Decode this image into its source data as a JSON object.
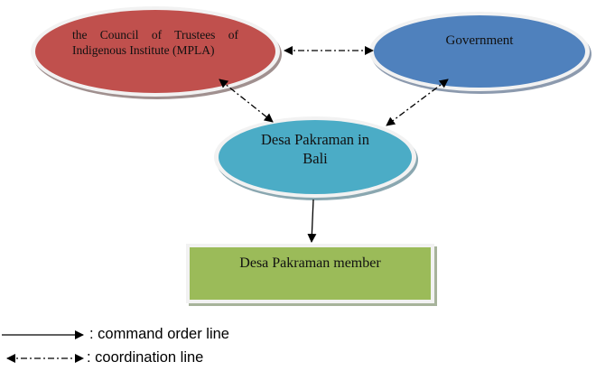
{
  "diagram": {
    "nodes": [
      {
        "id": "mpla",
        "label_line1": "the Council of Trustees of",
        "label_line2": "Indigenous Institute (MPLA)",
        "shape": "ellipse",
        "fill": "#C0504D",
        "shadow": "#A0908F"
      },
      {
        "id": "government",
        "label": "Government",
        "shape": "ellipse",
        "fill": "#4F81BD",
        "shadow": "#8C9AAE"
      },
      {
        "id": "desa-pakraman",
        "label_line1": "Desa Pakraman in",
        "label_line2": "Bali",
        "shape": "ellipse",
        "fill": "#4BACC6",
        "shadow": "#8AA7B0"
      },
      {
        "id": "member",
        "label": "Desa Pakraman member",
        "shape": "rectangle",
        "fill": "#9BBB59",
        "shadow": "#A7B39B"
      }
    ],
    "edges": [
      {
        "from": "mpla",
        "to": "government",
        "type": "coordination",
        "bidirectional": true
      },
      {
        "from": "mpla",
        "to": "desa-pakraman",
        "type": "coordination",
        "bidirectional": true
      },
      {
        "from": "government",
        "to": "desa-pakraman",
        "type": "coordination",
        "bidirectional": true
      },
      {
        "from": "desa-pakraman",
        "to": "member",
        "type": "command",
        "bidirectional": false
      }
    ],
    "border_color": "#F2F2F2",
    "line_color": "#000000"
  },
  "legend": {
    "command_label": ": command order line",
    "coordination_label": ": coordination line"
  }
}
